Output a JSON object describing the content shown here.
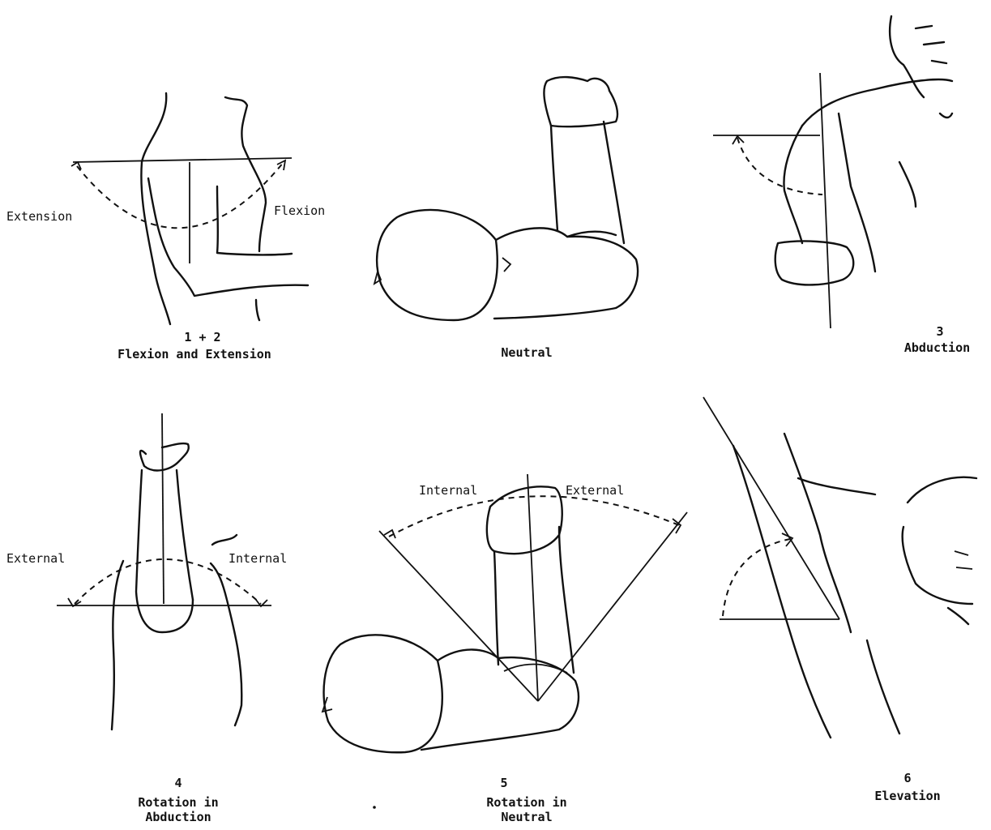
{
  "panels": [
    {
      "number": "1 + 2",
      "caption": "Flexion and Extension",
      "labels": {
        "left": "Extension",
        "right": "Flexion"
      }
    },
    {
      "number": "",
      "caption": "Neutral"
    },
    {
      "number": "3",
      "caption": "Abduction"
    },
    {
      "number": "4",
      "caption_line1": "Rotation in",
      "caption_line2": "Abduction",
      "labels": {
        "left": "External",
        "right": "Internal"
      }
    },
    {
      "number": "5",
      "caption_line1": "Rotation in",
      "caption_line2": "Neutral",
      "labels": {
        "left": "Internal",
        "right": "External"
      }
    },
    {
      "number": "6",
      "caption": "Elevation"
    }
  ]
}
